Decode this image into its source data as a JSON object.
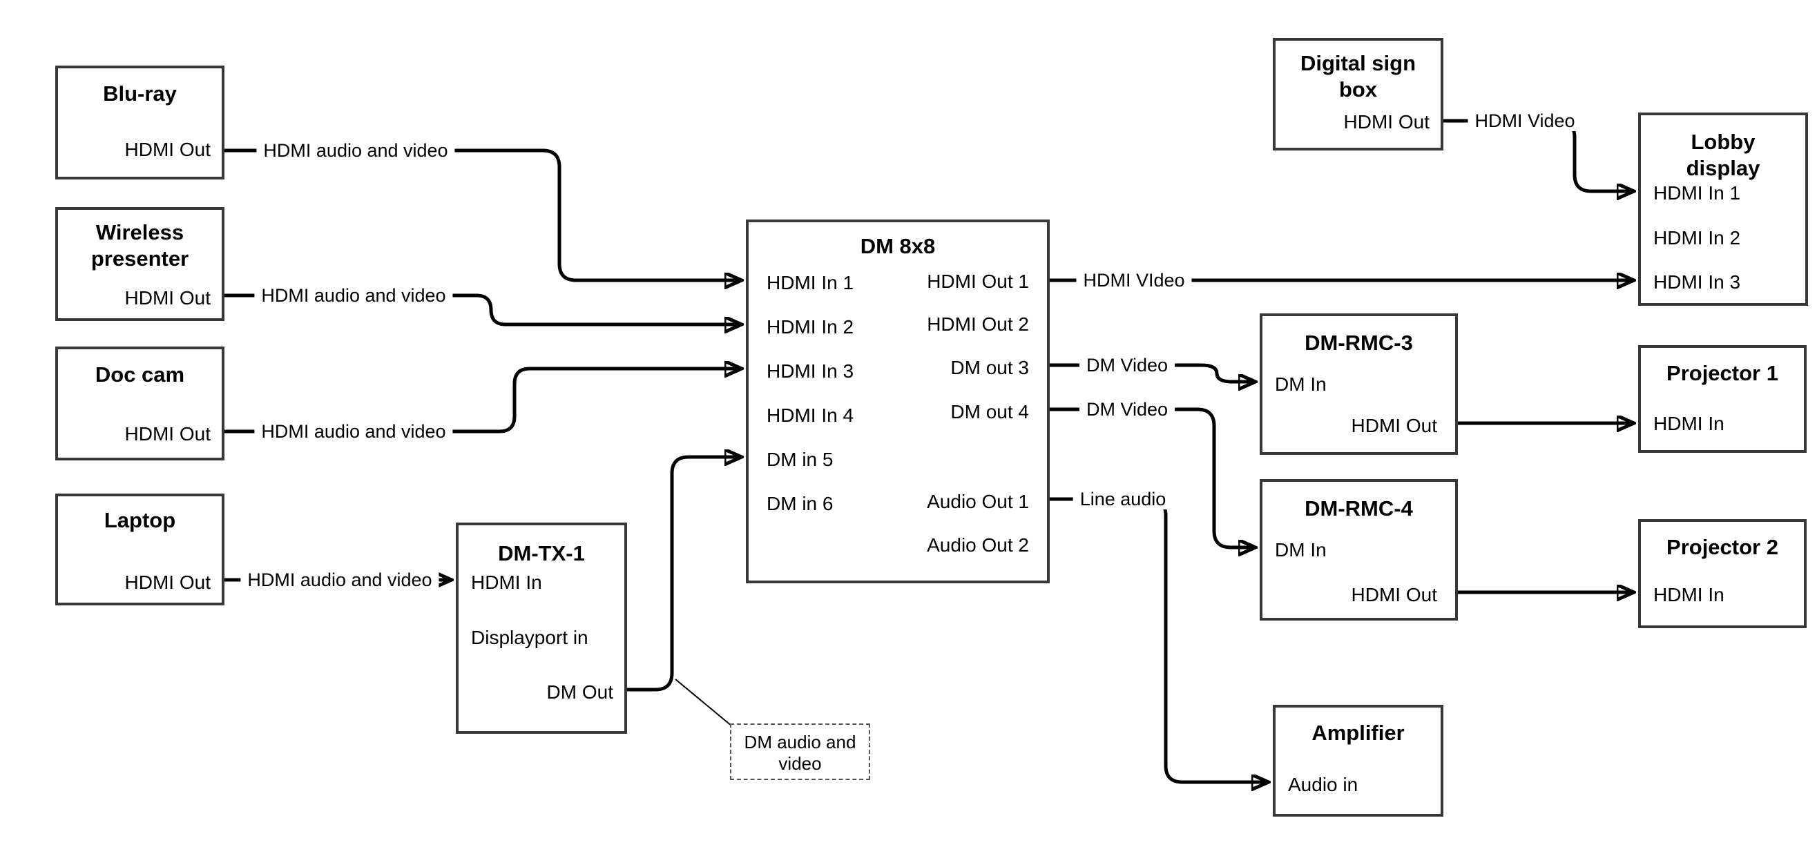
{
  "diagram": {
    "background_color": "#ffffff",
    "wire_color": "#000000",
    "box_border_color": "#383838"
  },
  "nodes": {
    "bluray": {
      "title": "Blu-ray",
      "ports": {
        "hdmi_out": "HDMI Out"
      }
    },
    "wireless_presenter": {
      "title": "Wireless presenter",
      "ports": {
        "hdmi_out": "HDMI Out"
      }
    },
    "doc_cam": {
      "title": "Doc cam",
      "ports": {
        "hdmi_out": "HDMI Out"
      }
    },
    "laptop": {
      "title": "Laptop",
      "ports": {
        "hdmi_out": "HDMI Out"
      }
    },
    "dm_tx_1": {
      "title": "DM-TX-1",
      "ports": {
        "hdmi_in": "HDMI In",
        "displayport_in": "Displayport in",
        "dm_out": "DM Out"
      }
    },
    "dm_8x8": {
      "title": "DM 8x8",
      "inputs": [
        "HDMI In 1",
        "HDMI In 2",
        "HDMI In 3",
        "HDMI In 4",
        "DM in 5",
        "DM in 6"
      ],
      "outputs": [
        "HDMI Out 1",
        "HDMI Out 2",
        "DM out 3",
        "DM out 4",
        "Audio Out 1",
        "Audio Out 2"
      ]
    },
    "digital_sign_box": {
      "title": "Digital sign box",
      "ports": {
        "hdmi_out": "HDMI Out"
      }
    },
    "lobby_display": {
      "title": "Lobby display",
      "ports": [
        "HDMI In 1",
        "HDMI In 2",
        "HDMI In 3"
      ]
    },
    "dm_rmc_3": {
      "title": "DM-RMC-3",
      "ports": {
        "dm_in": "DM In",
        "hdmi_out": "HDMI Out"
      }
    },
    "projector_1": {
      "title": "Projector 1",
      "ports": {
        "hdmi_in": "HDMI In"
      }
    },
    "dm_rmc_4": {
      "title": "DM-RMC-4",
      "ports": {
        "dm_in": "DM In",
        "hdmi_out": "HDMI Out"
      }
    },
    "projector_2": {
      "title": "Projector 2",
      "ports": {
        "hdmi_in": "HDMI In"
      }
    },
    "amplifier": {
      "title": "Amplifier",
      "ports": {
        "audio_in": "Audio in"
      }
    }
  },
  "edge_labels": {
    "bluray_to_dm8x8": "HDMI audio and video",
    "wireless_to_dm8x8": "HDMI audio and video",
    "doccam_to_dm8x8": "HDMI audio and video",
    "laptop_to_dmtx1": "HDMI audio and video",
    "hdmi_out1_to_lobby": "HDMI VIdeo",
    "digital_sign_to_lobby": "HDMI Video",
    "dm_out3_to_rmc3": "DM Video",
    "dm_out4_to_rmc4": "DM Video",
    "audio_out1_to_amplifier": "Line audio"
  },
  "note": {
    "text": "DM audio and video"
  }
}
